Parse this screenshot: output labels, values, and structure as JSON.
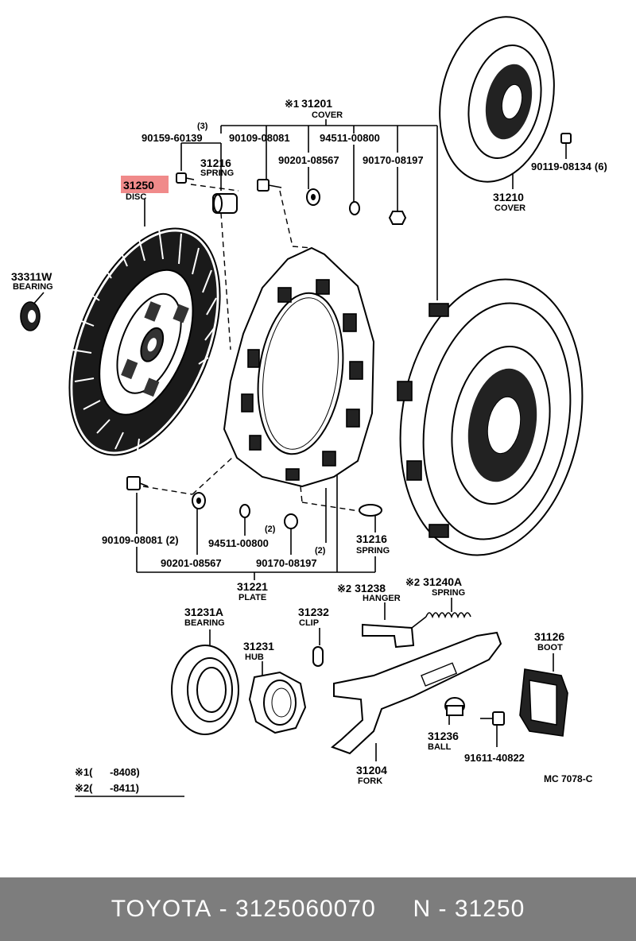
{
  "labels": {
    "cover_top": {
      "note": "※1",
      "number": "31201",
      "name": "COVER"
    },
    "bolt_3": {
      "qty": "(3)",
      "number": "90159-60139"
    },
    "bolt_a": {
      "number": "90109-08081"
    },
    "pin_a": {
      "number": "94511-00800"
    },
    "washer_a": {
      "number": "90201-08567"
    },
    "nut_a": {
      "number": "90170-08197"
    },
    "spring_a": {
      "number": "31216",
      "name": "SPRING"
    },
    "disc": {
      "number": "31250",
      "name": "DISC"
    },
    "bearing_pilot": {
      "number": "33311W",
      "name": "BEARING"
    },
    "cover_assy": {
      "number": "31210",
      "name": "COVER"
    },
    "bolt_cover": {
      "number": "90119-08134",
      "qty": "(6)"
    },
    "bolt_b": {
      "number": "90109-08081",
      "qty": "(2)"
    },
    "pin_b": {
      "number": "94511-00800"
    },
    "nut_b_qty": "(2)",
    "washer_b": {
      "number": "90201-08567"
    },
    "nut_b": {
      "number": "90170-08197"
    },
    "spring_b": {
      "qty": "(2)",
      "number": "31216",
      "name": "SPRING"
    },
    "plate": {
      "number": "31221",
      "name": "PLATE"
    },
    "hanger": {
      "note": "※2",
      "number": "31238",
      "name": "HANGER"
    },
    "spring_c": {
      "note": "※2",
      "number": "31240A",
      "name": "SPRING"
    },
    "release_bearing": {
      "number": "31231A",
      "name": "BEARING"
    },
    "clip": {
      "number": "31232",
      "name": "CLIP"
    },
    "hub": {
      "number": "31231",
      "name": "HUB"
    },
    "boot": {
      "number": "31126",
      "name": "BOOT"
    },
    "ball": {
      "number": "31236",
      "name": "BALL"
    },
    "bolt_fork": {
      "number": "91611-40822"
    },
    "fork": {
      "number": "31204",
      "name": "FORK"
    }
  },
  "notes": {
    "n1": {
      "mark": "※1",
      "text": "(      -8408)"
    },
    "n2": {
      "mark": "※2",
      "text": "(      -8411)"
    }
  },
  "catalog_code": "MC 7078-C",
  "footer": {
    "brand": "TOYOTA",
    "sep": " - ",
    "part_no": "3125060070",
    "n_label": "N",
    "n_value": "31250"
  },
  "colors": {
    "highlight": "#f08a8a",
    "footer_bg": "#7d7d7d",
    "footer_text": "#ffffff"
  }
}
